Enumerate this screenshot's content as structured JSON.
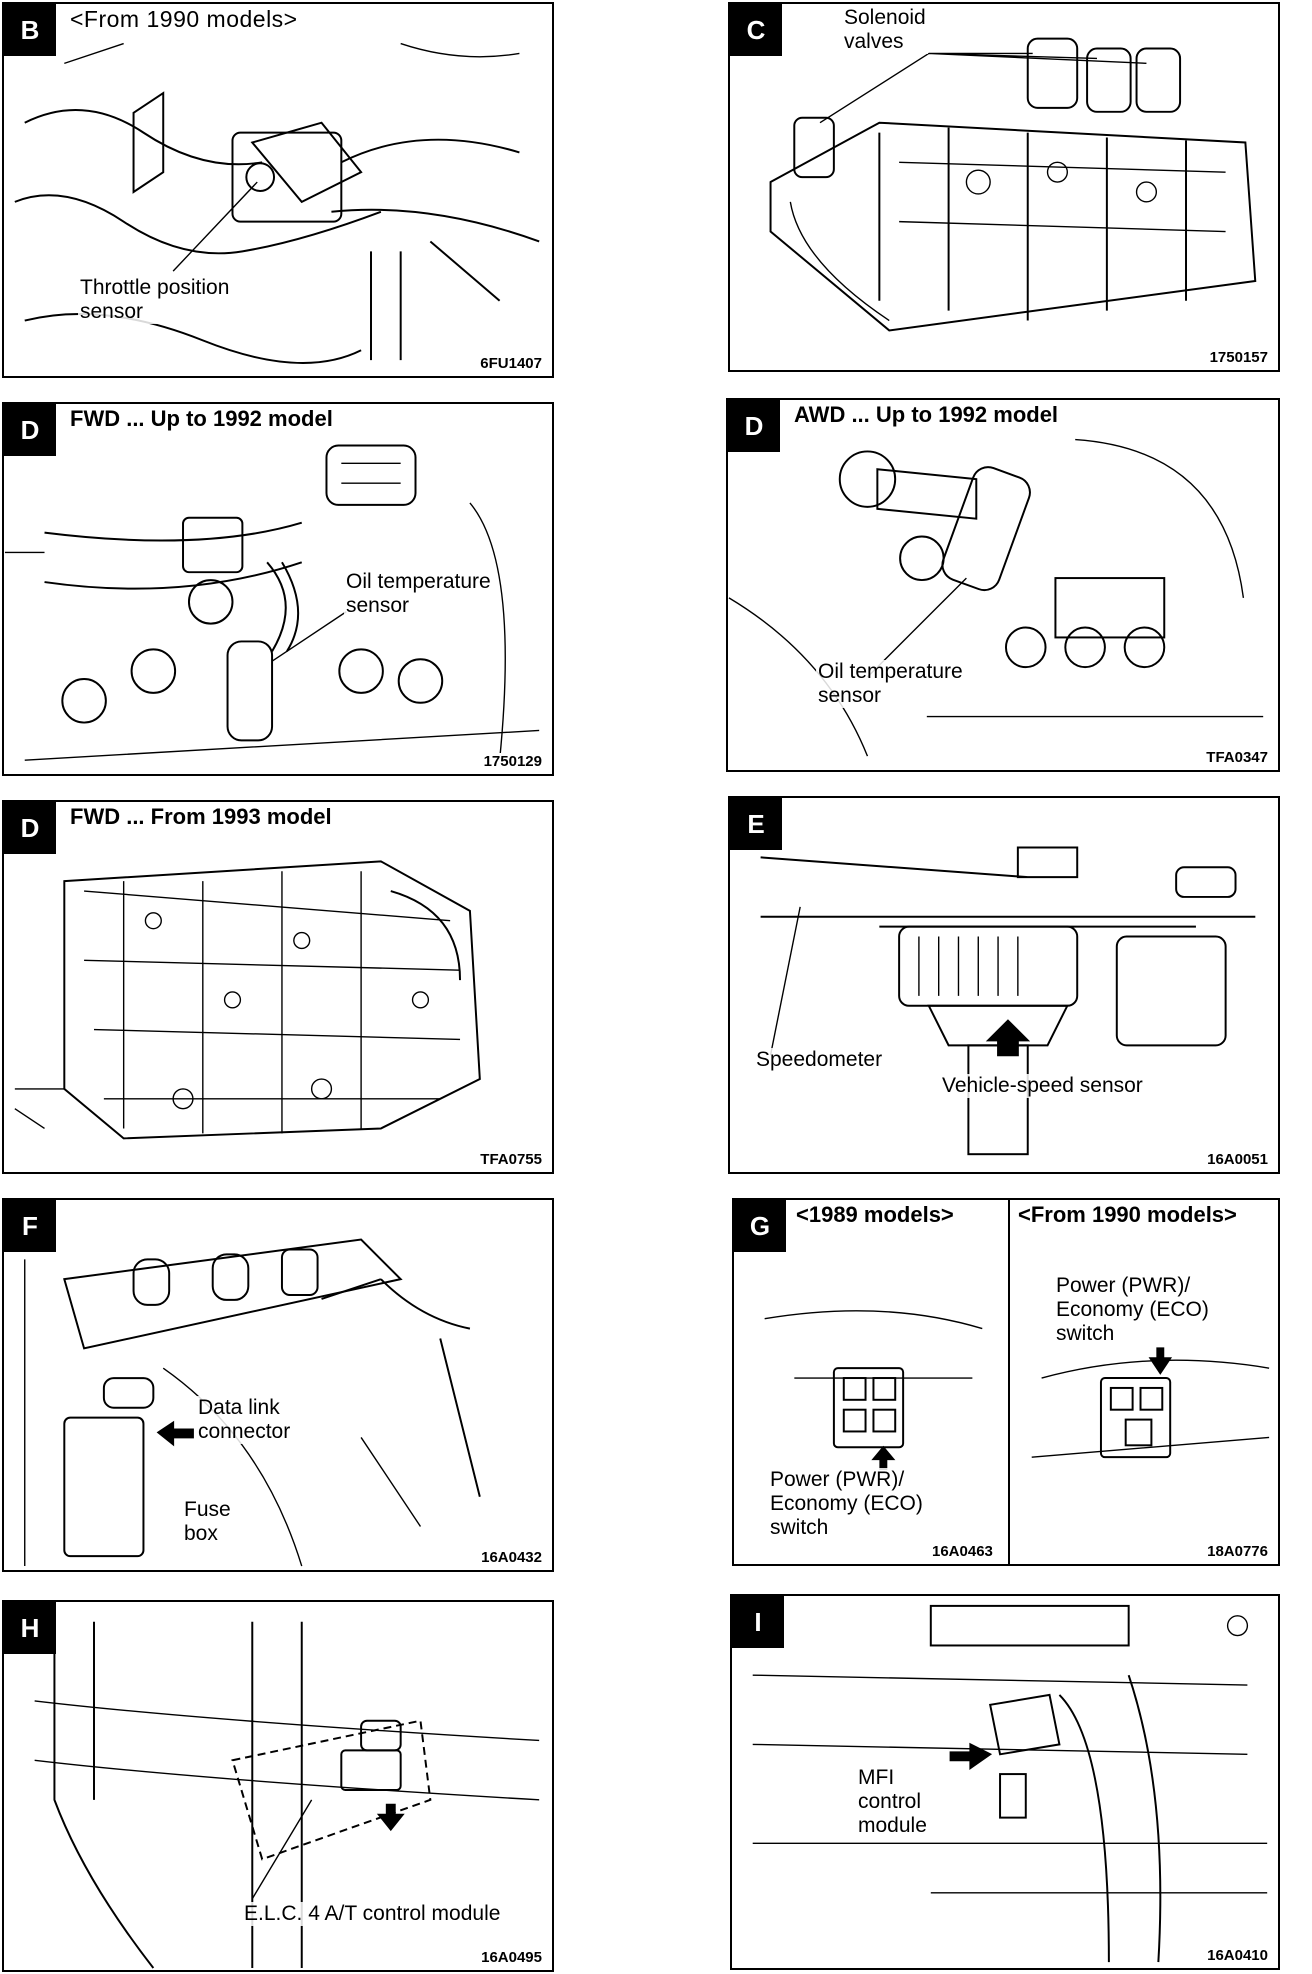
{
  "panels": [
    {
      "badge": "B",
      "title": "<From 1990 models>",
      "labels": [
        "Throttle position\nsensor"
      ],
      "code": "6FU1407"
    },
    {
      "badge": "C",
      "title": "",
      "labels": [
        "Solenoid\nvalves"
      ],
      "code": "1750157"
    },
    {
      "badge": "D",
      "title": "FWD ... Up to 1992 model",
      "labels": [
        "Oil temperature\nsensor"
      ],
      "code": "1750129"
    },
    {
      "badge": "D",
      "title": "AWD ... Up to 1992 model",
      "labels": [
        "Oil temperature\nsensor"
      ],
      "code": "TFA0347"
    },
    {
      "badge": "D",
      "title": "FWD ... From 1993 model",
      "labels": [],
      "code": "TFA0755"
    },
    {
      "badge": "E",
      "title": "",
      "labels": [
        "Speedometer",
        "Vehicle-speed sensor"
      ],
      "code": "16A0051"
    },
    {
      "badge": "F",
      "title": "",
      "labels": [
        "Data link\nconnector",
        "Fuse\nbox"
      ],
      "code": "16A0432"
    },
    {
      "badge": "G",
      "left_title": "<1989 models>",
      "right_title": "<From 1990 models>",
      "left_label": "Power (PWR)/\nEconomy (ECO)\nswitch",
      "right_label": "Power (PWR)/\nEconomy (ECO)\nswitch",
      "left_code": "16A0463",
      "right_code": "18A0776"
    },
    {
      "badge": "H",
      "title": "",
      "labels": [
        "E.L.C. 4 A/T control module"
      ],
      "code": "16A0495"
    },
    {
      "badge": "I",
      "title": "",
      "labels": [
        "MFI\ncontrol\nmodule"
      ],
      "code": "16A0410"
    }
  ]
}
